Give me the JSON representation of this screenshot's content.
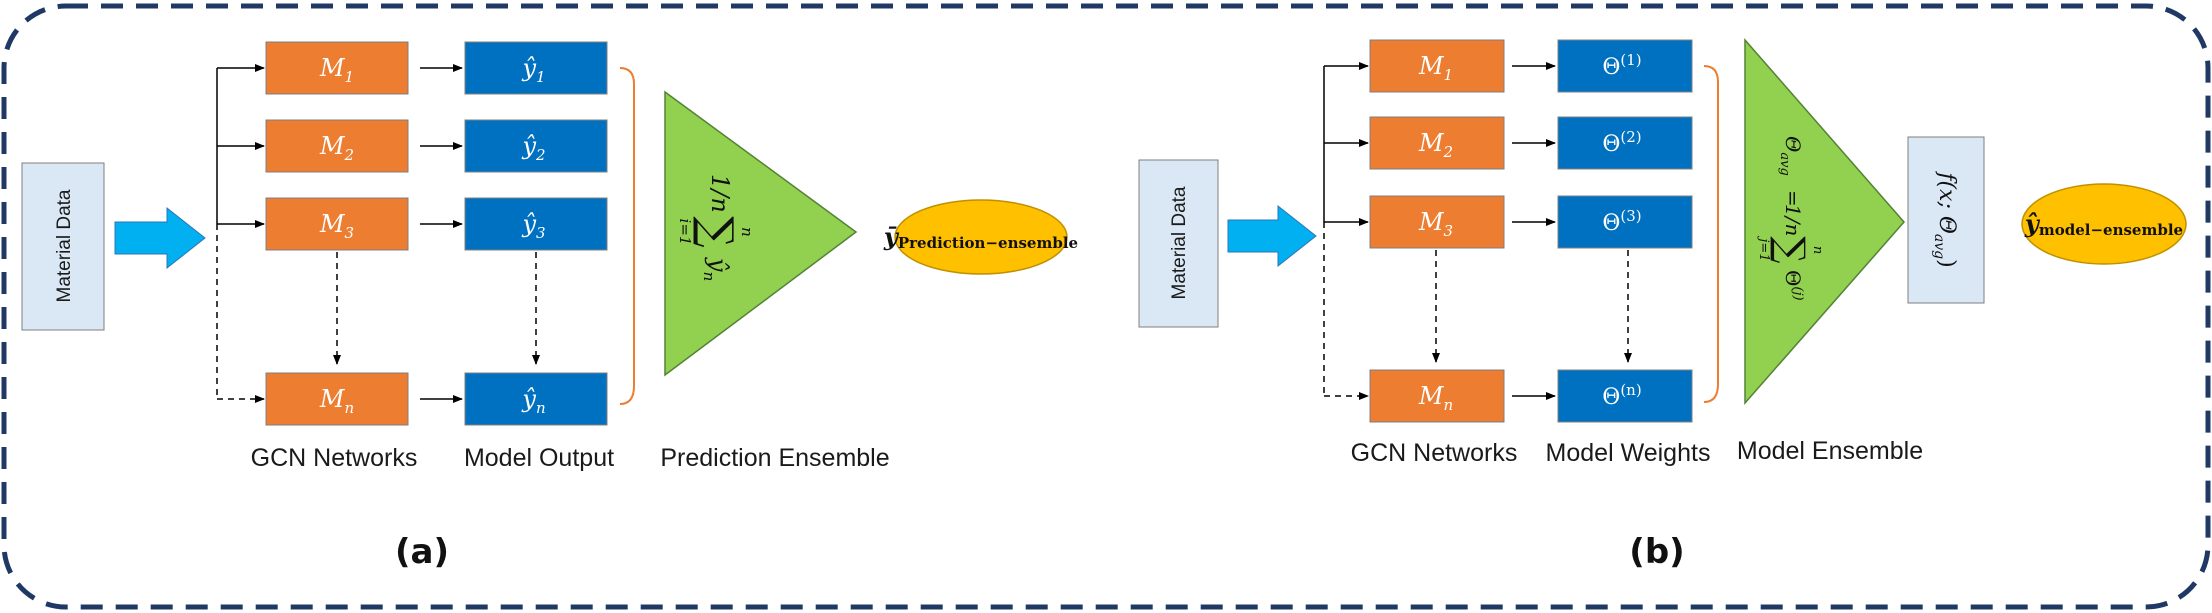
{
  "panel_a": {
    "input_label": "Material Data",
    "models": [
      {
        "base": "M",
        "sub": "1"
      },
      {
        "base": "M",
        "sub": "2"
      },
      {
        "base": "M",
        "sub": "3"
      },
      {
        "base": "M",
        "sub": "n"
      }
    ],
    "outputs": [
      {
        "base": "ŷ",
        "sub": "1"
      },
      {
        "base": "ŷ",
        "sub": "2"
      },
      {
        "base": "ŷ",
        "sub": "3"
      },
      {
        "base": "ŷ",
        "sub": "n"
      }
    ],
    "ensemble_formula": "(1/n) Σ_{i=1}^{n} ŷ_n",
    "ensemble_prefix": "1/n",
    "ensemble_sum_top": "n",
    "ensemble_sum_bottom": "i=1",
    "ensemble_term": "ŷ",
    "ensemble_term_sub": "n",
    "result_base": "ȳ",
    "result_sub": "Prediction−ensemble",
    "captions": {
      "networks": "GCN Networks",
      "outputs": "Model Output",
      "ensemble": "Prediction Ensemble"
    },
    "panel_label": "(a)"
  },
  "panel_b": {
    "input_label": "Material Data",
    "models": [
      {
        "base": "M",
        "sub": "1"
      },
      {
        "base": "M",
        "sub": "2"
      },
      {
        "base": "M",
        "sub": "3"
      },
      {
        "base": "M",
        "sub": "n"
      }
    ],
    "weights": [
      {
        "base": "Θ",
        "sup": "(1)"
      },
      {
        "base": "Θ",
        "sup": "(2)"
      },
      {
        "base": "Θ",
        "sup": "(3)"
      },
      {
        "base": "Θ",
        "sup": "(n)"
      }
    ],
    "ensemble_formula": "Θ_avg = (1/n) Σ_{j=1}^{n} Θ^(j)",
    "ensemble_lhs": "Θ",
    "ensemble_lhs_sub": "avg",
    "ensemble_eq": "=",
    "ensemble_prefix": "1/n",
    "ensemble_sum_top": "n",
    "ensemble_sum_bottom": "j=1",
    "ensemble_term": "Θ",
    "ensemble_term_sup": "(j)",
    "function_text": "f(x; Θ",
    "function_sub": "avg",
    "function_close": ")",
    "result_base": "ŷ",
    "result_sub": "model−ensemble",
    "captions": {
      "networks": "GCN Networks",
      "weights": "Model Weights",
      "ensemble": "Model Ensemble"
    },
    "panel_label": "(b)"
  },
  "colors": {
    "frame": "#1f3864",
    "input_fill": "#dae8f5",
    "model_fill": "#ed7d31",
    "output_fill": "#0070c0",
    "triangle_fill": "#92d050",
    "ellipse_fill": "#ffc000",
    "arrow_fill": "#00b0f0",
    "bracket": "#ed7d31"
  }
}
